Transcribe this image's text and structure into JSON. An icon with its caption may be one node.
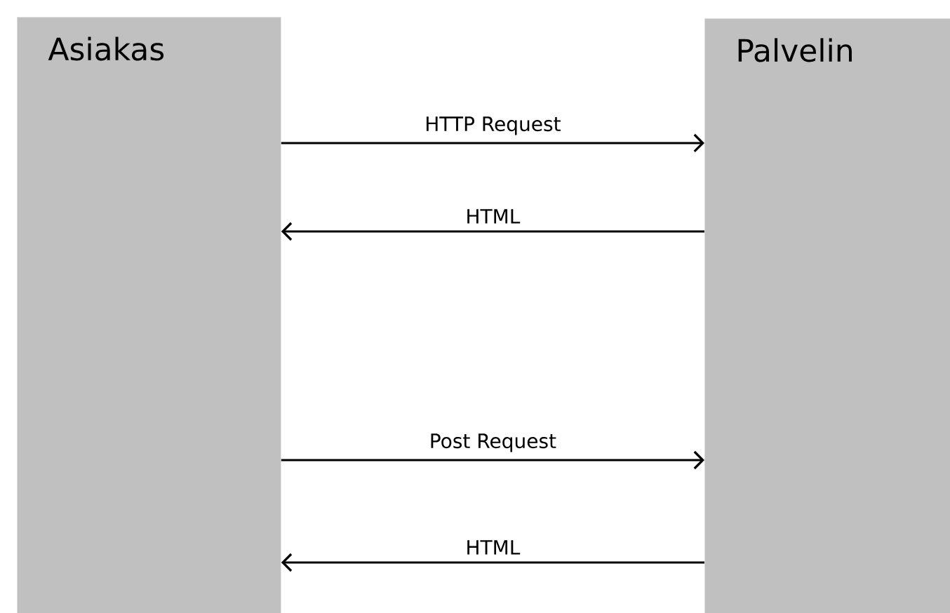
{
  "diagram": {
    "nodes": [
      {
        "text": [
          "Asiakas"
        ]
      },
      {
        "text": [
          "Palvelin"
        ]
      }
    ],
    "edges": [
      {
        "from": 0,
        "to": 1,
        "arrow": "to",
        "label": "HTTP Request"
      },
      {
        "from": 1,
        "to": 0,
        "arrow": "to",
        "label": "HTML"
      },
      {
        "from": 0,
        "to": 1,
        "arrow": "to",
        "label": "Post Request"
      },
      {
        "from": 1,
        "to": 0,
        "arrow": "to",
        "label": "HTML"
      }
    ]
  }
}
